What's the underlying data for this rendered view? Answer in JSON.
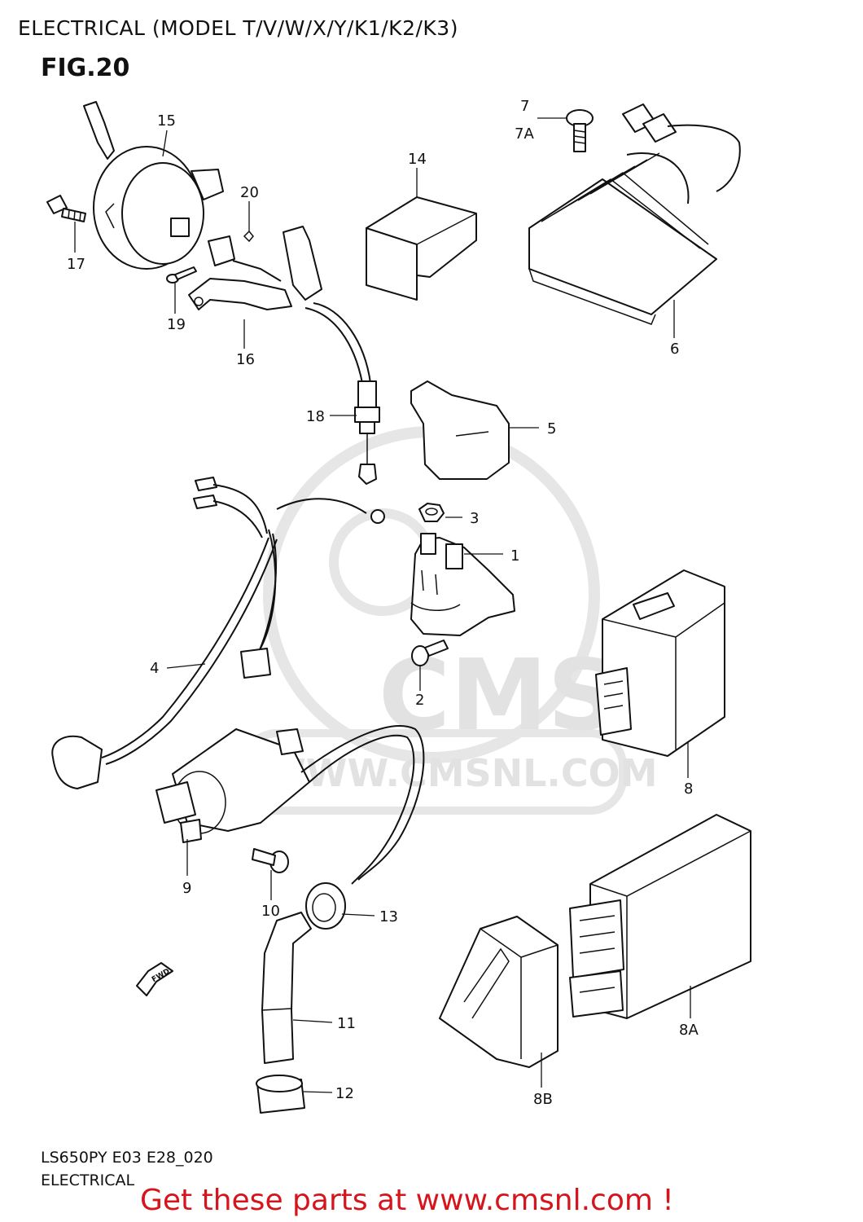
{
  "header": {
    "title": "ELECTRICAL (MODEL T/V/W/X/Y/K1/K2/K3)",
    "figure": "FIG.20"
  },
  "watermark": {
    "brand": "CMS",
    "url": "WWW.CMSNL.COM"
  },
  "callouts": {
    "p1": "1",
    "p2": "2",
    "p3": "3",
    "p4": "4",
    "p5": "5",
    "p6": "6",
    "p7": "7",
    "p7a": "7A",
    "p8": "8",
    "p8a": "8A",
    "p8b": "8B",
    "p9": "9",
    "p10": "10",
    "p11": "11",
    "p12": "12",
    "p13": "13",
    "p14": "14",
    "p15": "15",
    "p16": "16",
    "p17": "17",
    "p18": "18",
    "p19": "19",
    "p20": "20"
  },
  "direction_marker": "FWD",
  "footer": {
    "code": "LS650PY E03 E28_020",
    "name": "ELECTRICAL",
    "banner": "Get these parts at www.cmsnl.com !",
    "banner_color": "#d6141c"
  }
}
